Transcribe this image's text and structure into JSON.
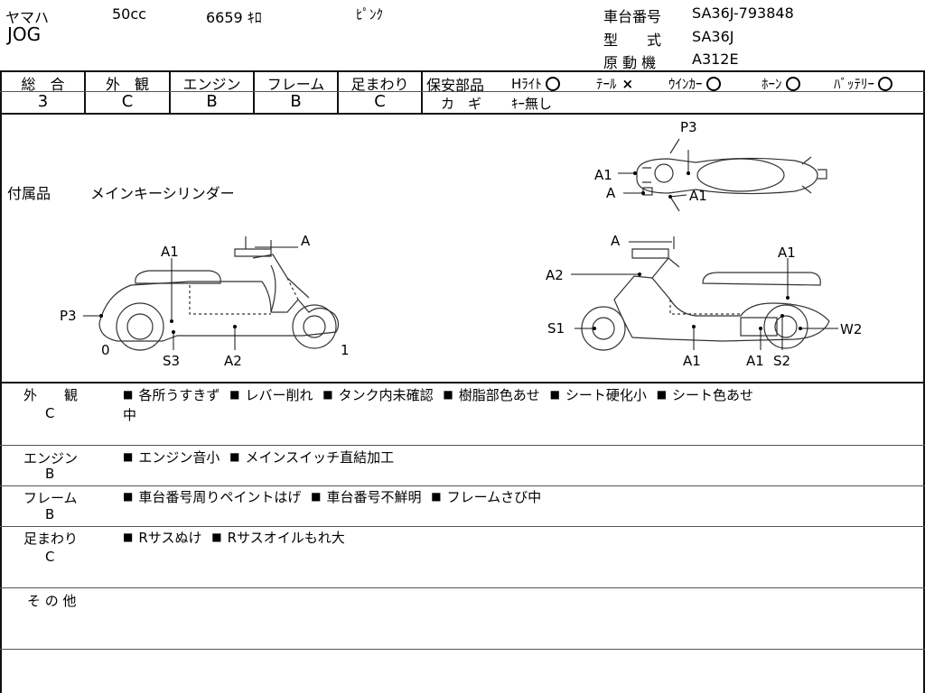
{
  "header": {
    "maker": "ヤマハ",
    "displacement": "50cc",
    "mileage": "6659 ｷﾛ",
    "color": "ﾋﾟﾝｸ",
    "model_name": "JOG",
    "frame_no_label": "車台番号",
    "frame_no_value": "SA36J-793848",
    "type_label": "型　　式",
    "type_value": "SA36J",
    "engine_label": "原 動 機",
    "engine_value": "A312E"
  },
  "grades": {
    "overall_label": "総　合",
    "overall_value": "3",
    "exterior_label": "外　観",
    "exterior_value": "C",
    "engine_label": "エンジン",
    "engine_value": "B",
    "frame_label": "フレーム",
    "frame_value": "B",
    "suspension_label": "足まわり",
    "suspension_value": "C"
  },
  "safety": {
    "label": "保安部品",
    "headlight_label": "Hﾗｲﾄ",
    "tail_label": "ﾃｰﾙ",
    "tail_mark": "×",
    "winker_label": "ｳｲﾝｶｰ",
    "horn_label": "ﾎｰﾝ",
    "battery_label": "ﾊﾞｯﾃﾘｰ",
    "key_label": "カ　ギ",
    "key_value": "ｷｰ無し"
  },
  "accessories": {
    "label": "付属品",
    "value": "メインキーシリンダー"
  },
  "diagram_labels": {
    "top_p3": "P3",
    "top_a1_left": "A1",
    "top_a_left": "A",
    "top_a1_right": "A1",
    "left_a1": "A1",
    "left_a": "A",
    "left_p3": "P3",
    "left_0": "0",
    "left_s3": "S3",
    "left_a2": "A2",
    "left_1": "1",
    "right_a": "A",
    "right_a2": "A2",
    "right_a1_top": "A1",
    "right_s1": "S1",
    "right_w2": "W2",
    "right_a1_bottom_left": "A1",
    "right_a1_bottom_right": "A1",
    "right_s2": "S2"
  },
  "notes": {
    "exterior_label": "外　　観",
    "exterior_grade": "C",
    "exterior_items": [
      "各所うすきず",
      "レバー削れ",
      "タンク内未確認",
      "樹脂部色あせ",
      "シート硬化小",
      "シート色あせ"
    ],
    "exterior_tail": "中",
    "engine_label": "エンジン",
    "engine_grade": "B",
    "engine_items": [
      "エンジン音小",
      "メインスイッチ直結加工"
    ],
    "frame_label": "フレーム",
    "frame_grade": "B",
    "frame_items": [
      "車台番号周りペイントはげ",
      "車台番号不鮮明",
      "フレームさび中"
    ],
    "suspension_label": "足まわり",
    "suspension_grade": "C",
    "suspension_items": [
      "Rサスぬけ",
      "Rサスオイルもれ大"
    ],
    "other_label": "そ の 他"
  },
  "symbols": {
    "bullet": "■"
  }
}
